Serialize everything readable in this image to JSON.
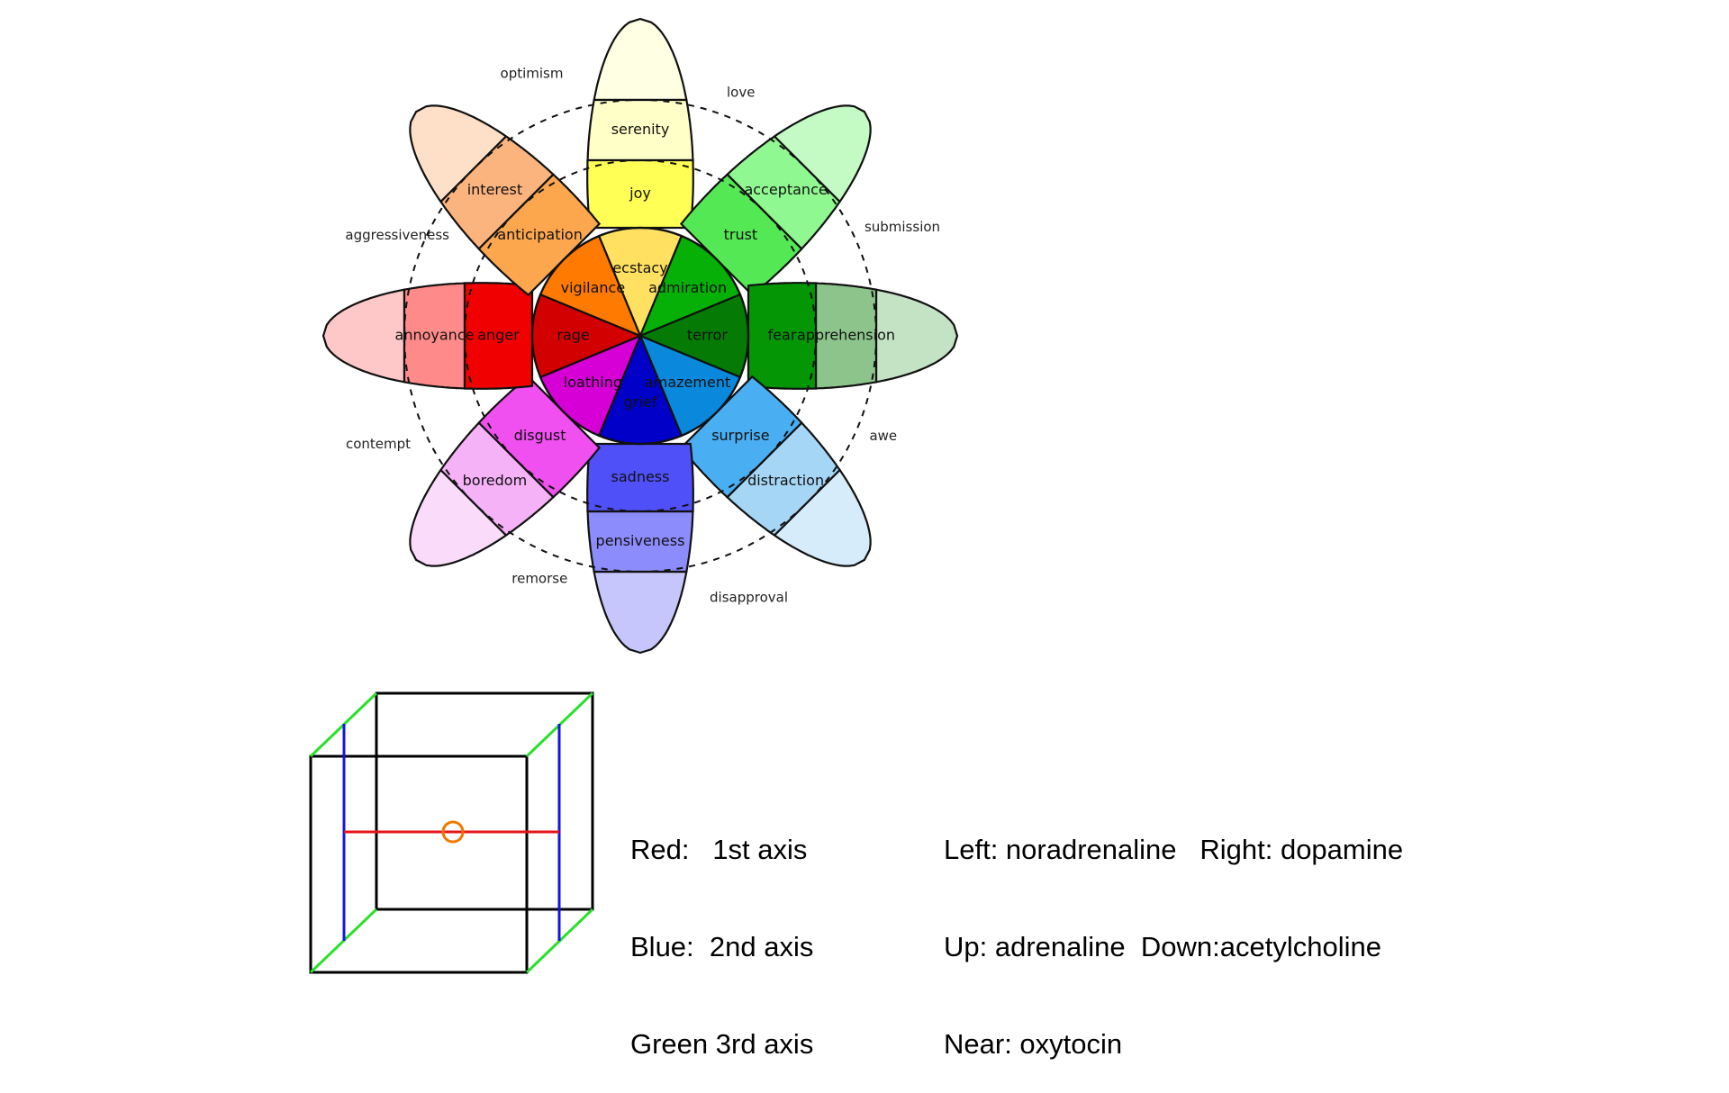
{
  "wheel": {
    "petals": [
      {
        "name": "joy",
        "angle": 0,
        "bands": [
          {
            "label": "serenity",
            "color": "#ffffc8"
          },
          {
            "label": "joy",
            "color": "#ffff55"
          },
          {
            "label": "ecstacy",
            "color": "#ffe060"
          }
        ],
        "tip": "#ffffe4"
      },
      {
        "name": "trust",
        "angle": 45,
        "bands": [
          {
            "label": "acceptance",
            "color": "#90f890"
          },
          {
            "label": "trust",
            "color": "#55e855"
          },
          {
            "label": "admiration",
            "color": "#06b006"
          }
        ],
        "tip": "#c4fac4"
      },
      {
        "name": "fear",
        "angle": 90,
        "bands": [
          {
            "label": "apprehension",
            "color": "#8cc48c"
          },
          {
            "label": "fear",
            "color": "#049604"
          },
          {
            "label": "terror",
            "color": "#057a05"
          }
        ],
        "tip": "#c4e2c4"
      },
      {
        "name": "surprise",
        "angle": 135,
        "bands": [
          {
            "label": "distraction",
            "color": "#a6d6f6"
          },
          {
            "label": "surprise",
            "color": "#4aaef2"
          },
          {
            "label": "amazement",
            "color": "#0a88dc"
          }
        ],
        "tip": "#d6ecfb"
      },
      {
        "name": "sadness",
        "angle": 180,
        "bands": [
          {
            "label": "pensiveness",
            "color": "#8c8cfc"
          },
          {
            "label": "sadness",
            "color": "#5050f8"
          },
          {
            "label": "grief",
            "color": "#0000c8"
          }
        ],
        "tip": "#c6c6fc"
      },
      {
        "name": "disgust",
        "angle": 225,
        "bands": [
          {
            "label": "boredom",
            "color": "#f6b2f6"
          },
          {
            "label": "disgust",
            "color": "#f050f0"
          },
          {
            "label": "loathing",
            "color": "#d600d6"
          }
        ],
        "tip": "#fadcfa"
      },
      {
        "name": "anger",
        "angle": 270,
        "bands": [
          {
            "label": "annoyance",
            "color": "#ff8a8a"
          },
          {
            "label": "anger",
            "color": "#f00000"
          },
          {
            "label": "rage",
            "color": "#d20000"
          }
        ],
        "tip": "#ffc8c8"
      },
      {
        "name": "anticipation",
        "angle": 315,
        "bands": [
          {
            "label": "interest",
            "color": "#fcb47e"
          },
          {
            "label": "anticipation",
            "color": "#fca64e"
          },
          {
            "label": "vigilance",
            "color": "#ff7a00"
          }
        ],
        "tip": "#fee0c8"
      }
    ],
    "dyads": [
      "love",
      "submission",
      "awe",
      "disapproval",
      "remorse",
      "contempt",
      "aggressiveness",
      "optimism"
    ]
  },
  "cube": {
    "colors": {
      "frame": "#000000",
      "red": "#e8141c",
      "blue": "#1414e0",
      "green": "#28e028",
      "marker": "#f07800"
    }
  },
  "legend": {
    "left": [
      "Red:   1st axis",
      "Blue:  2nd axis",
      "Green 3rd axis"
    ],
    "right": [
      "Left: noradrenaline   Right: dopamine",
      "Up: adrenaline  Down:acetylcholine",
      "Near: oxytocin"
    ]
  }
}
